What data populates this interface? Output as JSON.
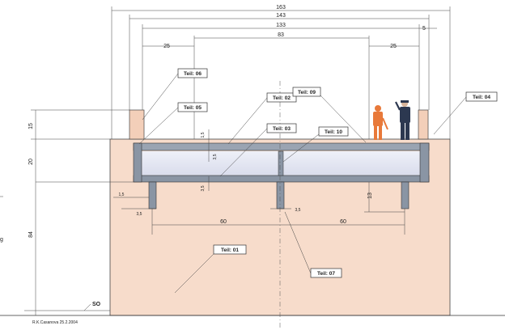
{
  "dimensions": {
    "top_163": "163",
    "top_143": "143",
    "top_133": "133",
    "top_83": "83",
    "top_5": "5",
    "left_25": "25",
    "right_25": "25",
    "left_15": "15",
    "left_20": "20",
    "left_84": "84",
    "d_1_5_top": "1,5",
    "d_3_5_top": "3,5",
    "d_3_5_mid": "3,5",
    "d_1_5_left": "1,5",
    "d_3_5_left": "3,5",
    "d_3_5_center": "3,5",
    "d_13": "13",
    "d_60_left": "60",
    "d_60_right": "60"
  },
  "labels": {
    "teil_01": "Teil: 01",
    "teil_02": "Teil: 02",
    "teil_03": "Teil: 03",
    "teil_04": "Teil: 04",
    "teil_05": "Teil: 05",
    "teil_06": "Teil: 06",
    "teil_07": "Teil: 07",
    "teil_09": "Teil: 09",
    "teil_10": "Teil: 10",
    "so": "SO",
    "credit": "R.K.Casanova 25.2.2004",
    "edge_g": "g"
  },
  "colors": {
    "pier_fill": "#f7dccb",
    "deck_fill": "#e7e8f2",
    "girder_fill": "#8a95a4",
    "figure_orange": "#e8793a",
    "figure_dark": "#2c3850"
  }
}
